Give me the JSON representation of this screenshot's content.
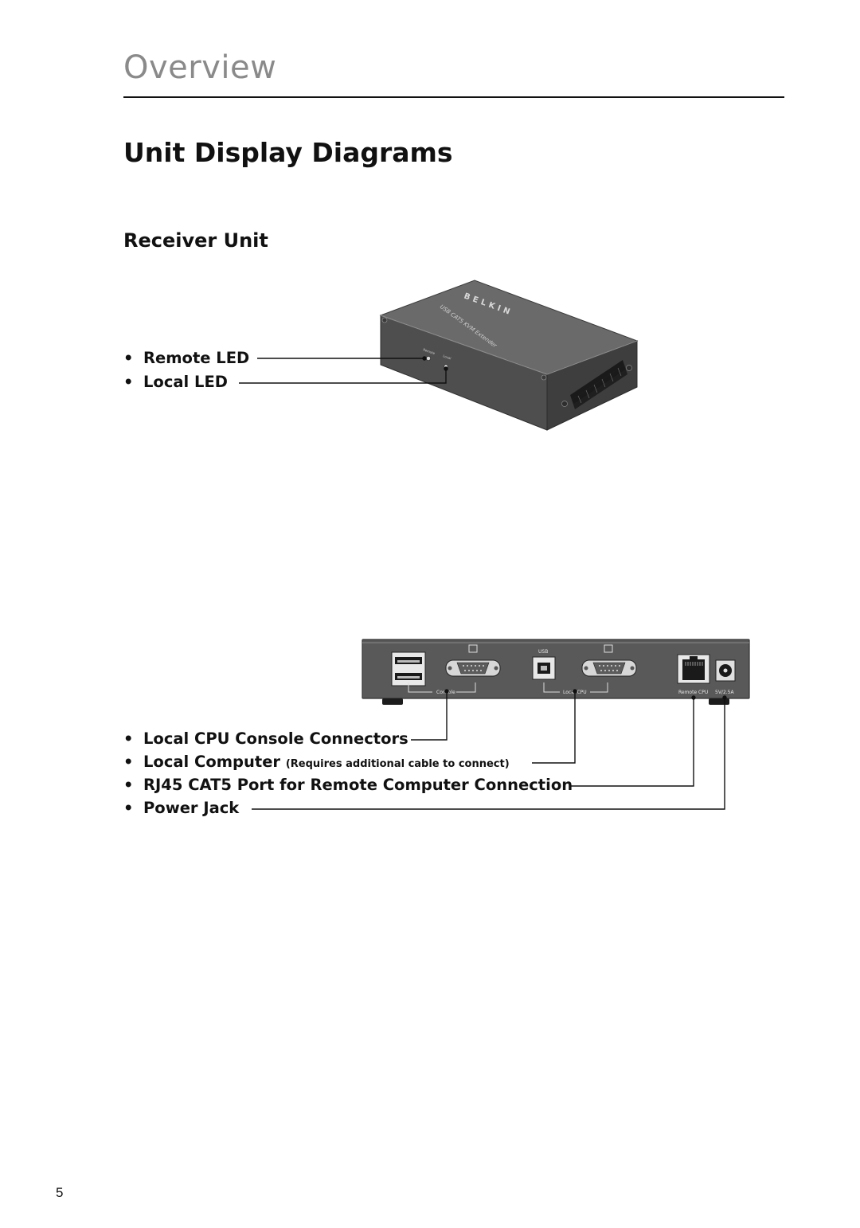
{
  "header": {
    "section_title": "Overview"
  },
  "page": {
    "heading": "Unit Display Diagrams",
    "subheading": "Receiver Unit",
    "number": "5"
  },
  "front_view": {
    "callouts": [
      {
        "label": "Remote LED"
      },
      {
        "label": "Local LED"
      }
    ],
    "device": {
      "brand": "BELKIN",
      "model": "USB CAT5 KVM Extender",
      "led_labels": [
        "Remote",
        "Local"
      ]
    }
  },
  "rear_view": {
    "callouts": [
      {
        "label": "Local CPU Console Connectors",
        "note": ""
      },
      {
        "label": "Local Computer",
        "note": "(Requires additional cable to connect)"
      },
      {
        "label": "RJ45 CAT5 Port for Remote Computer Connection",
        "note": ""
      },
      {
        "label": "Power Jack",
        "note": ""
      }
    ],
    "panel_labels": {
      "console": "Console",
      "usb": "USB",
      "local_cpu": "Local CPU",
      "remote_cpu": "Remote CPU",
      "power": "5V/2.5A"
    }
  },
  "colors": {
    "section_title": "#8a8a8a",
    "device_body": "#5a5a5a",
    "device_dark": "#2a2a2a"
  }
}
